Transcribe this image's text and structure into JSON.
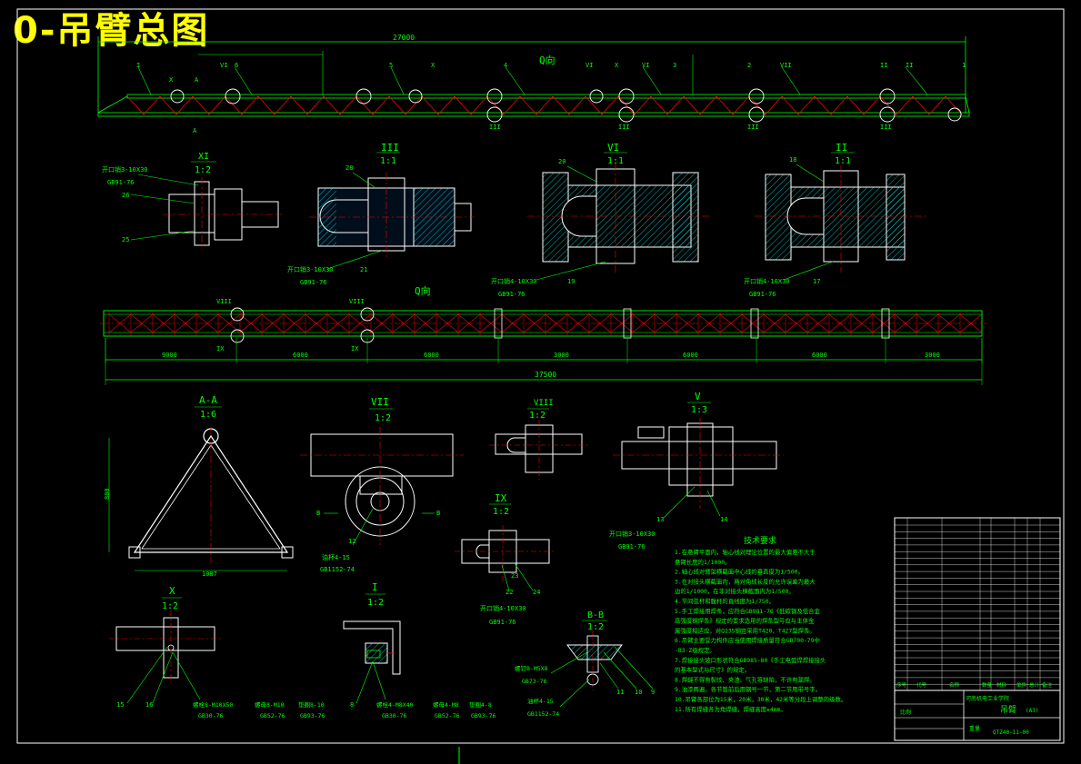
{
  "drawing_title": "0-吊臂总图",
  "top_dimension": "27000",
  "view_label_top": "Q向",
  "view_label_mid": "Q向",
  "top_callouts": [
    "I",
    "X",
    "A",
    "VI",
    "6",
    "5",
    "X",
    "4",
    "VI",
    "X",
    "VI",
    "3",
    "VII",
    "2",
    "II",
    "II",
    "1",
    "I"
  ],
  "bottom_callouts": [
    "A",
    "III",
    "III",
    "III",
    "III"
  ],
  "mid_dimensions": [
    "9000",
    "6000",
    "6000",
    "3000",
    "6000",
    "6000",
    "3000"
  ],
  "mid_total": "37500",
  "mid_tags_top": [
    "VIII",
    "VIII"
  ],
  "mid_tags_bottom": [
    "IX",
    "IX"
  ],
  "details": {
    "xi": {
      "roman": "XI",
      "scale": "1:2",
      "pin": "开口销3-10X30",
      "std": "GB91-76",
      "part_a": "26",
      "part_b": "25"
    },
    "iii": {
      "roman": "III",
      "scale": "1:1",
      "part_a": "28",
      "pin": "开口销3-10X30",
      "std": "GB91-76",
      "part_b": "21"
    },
    "vi": {
      "roman": "VI",
      "scale": "1:1",
      "part_a": "20",
      "pin": "开口销4-10X30",
      "std": "GB91-76",
      "part_b": "19"
    },
    "ii": {
      "roman": "II",
      "scale": "1:1",
      "part_a": "18",
      "pin": "开口销4-10X30",
      "std": "GB91-76",
      "part_b": "17"
    },
    "aa": {
      "roman": "A-A",
      "scale": "1:6",
      "height": "800",
      "width": "1087"
    },
    "vii": {
      "roman": "VII",
      "scale": "1:2",
      "bolt": "油杯4-15",
      "std": "GB1152-74",
      "part": "12",
      "b_label": "B"
    },
    "viii": {
      "roman": "VIII",
      "scale": "1:2"
    },
    "v": {
      "roman": "V",
      "scale": "1:3",
      "pin": "开口销3-10X30",
      "std": "GB91-76",
      "part_a": "13",
      "part_b": "14"
    },
    "ix": {
      "roman": "IX",
      "scale": "1:2",
      "pin": "开口销4-10X30",
      "std": "GB91-76",
      "part_a": "22",
      "part_b": "23",
      "part_c": "24"
    },
    "x": {
      "roman": "X",
      "scale": "1:2",
      "part_a": "15",
      "part_b": "16",
      "note1": "螺栓8-M10X50",
      "note1s": "GB30-76",
      "note2": "螺母8-M10",
      "note2s": "GB52-76",
      "note3": "垫圈8-10",
      "note3s": "GB93-76"
    },
    "i": {
      "roman": "I",
      "scale": "1:2",
      "part": "8",
      "note1": "螺栓4-M8X40",
      "note1s": "GB30-76",
      "note2": "螺母4-M8",
      "note2s": "GB52-76",
      "note3": "垫圈4-8",
      "note3s": "GB93-76"
    },
    "bb": {
      "roman": "B-B",
      "scale": "1:2",
      "note1": "螺钉B-M5X8",
      "note1s": "GB73-76",
      "note2": "油杯4-15",
      "note2s": "GB1152-74",
      "part_a": "11",
      "part_b": "10",
      "part_c": "9"
    }
  },
  "tech_requirements": {
    "heading": "技术要求",
    "lines": [
      "1.在悬臂平面内，轴心线对理论位置的最大偏差不大于",
      "  悬臂长度的1/1000。",
      "2.轴心线对臂架横截面中心线的垂直度为1/500。",
      "3.在对接头横截面内，两对角线长度的允许误差为最大",
      "  边的1/1000，在非对接头横截面内为1/500。",
      "4.节间弦杆和腹杆的直线度为1/750。",
      "5.手工焊接用焊条，应符合GB981-76《低碳钢及低合金",
      "  高强度钢焊条》规定的要求选用的焊条型号应与主体金",
      "  属强度相适应，对Q235钢宜采用T420、T427型焊条。",
      "6.吊臂主要受力构件应当使用焊接质量符合GB700-79中",
      "  -B3-Z级规定。",
      "7.焊接接头坡口形状符合GB985-80《手工电弧焊焊接接头",
      "  的基本型式与尺寸》的规定。",
      "8.焊缝不得有裂纹、夹渣、气孔等缺陷，不许有漏焊。",
      "9.油漆两遍，各节管前后用钢号一节，第二节用带号字。",
      "10.吊臂各部位为15米，20米，30米，42米等分段上调整的级数。",
      "11.所有焊缝各为角焊缝，焊缝高度≥4mm。"
    ]
  },
  "title_block": {
    "name": "吊臂",
    "spec": "(A3)",
    "code": "QTZ40-11-00",
    "school": "河南机电工业学院",
    "headers": [
      "序号",
      "代号",
      "名称",
      "数量",
      "材料",
      "单件",
      "总计",
      "备注"
    ],
    "footer": "重量",
    "scale_label": "比例"
  }
}
